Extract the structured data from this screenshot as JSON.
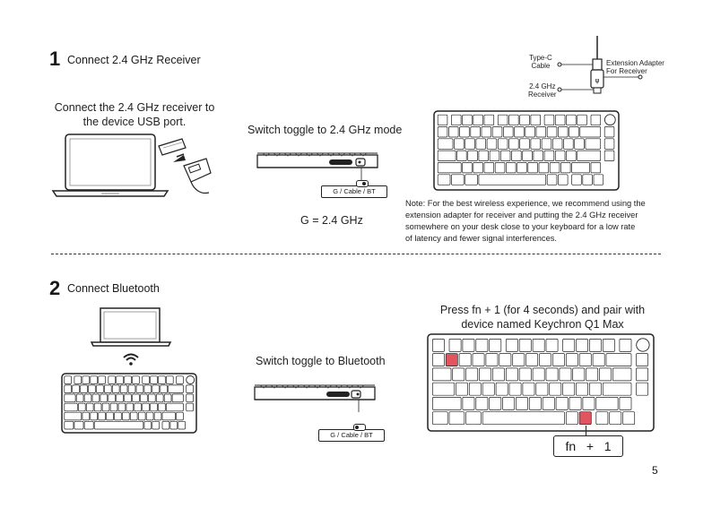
{
  "steps": [
    {
      "number": "1",
      "title": "Connect 2.4 GHz Receiver"
    },
    {
      "number": "2",
      "title": "Connect Bluetooth"
    }
  ],
  "section1": {
    "usb_caption_line1": "Connect the 2.4 GHz receiver to",
    "usb_caption_line2": "the device USB port.",
    "toggle_caption": "Switch toggle to 2.4 GHz mode",
    "toggle_label": "G / Cable / BT",
    "mode_value": "G = 2.4 GHz",
    "typec_label_1": "Type-C",
    "typec_label_2": "Cable",
    "receiver_label_1": "2.4 GHz",
    "receiver_label_2": "Receiver",
    "adapter_label_1": "Extension Adapter",
    "adapter_label_2": "For Receiver",
    "note_lines": [
      "Note: For the best wireless experience, we recommend using the",
      "extension adapter for receiver and putting the 2.4 GHz receiver",
      "somewhere on your desk close to your keyboard for a low rate",
      "of latency and fewer signal interferences."
    ]
  },
  "section2": {
    "toggle_caption": "Switch toggle to Bluetooth",
    "toggle_label": "G / Cable / BT",
    "pair_caption_line1": "Press fn + 1 (for 4 seconds) and pair with",
    "pair_caption_line2": "device named Keychron Q1 Max",
    "key_combo": "fn   +   1"
  },
  "page_number": "5",
  "accent_color": "#e05560",
  "icons": [
    "laptop-icon",
    "usb-receiver-icon",
    "monitor-icon",
    "wifi-icon",
    "keyboard-icon",
    "cable-icon"
  ]
}
